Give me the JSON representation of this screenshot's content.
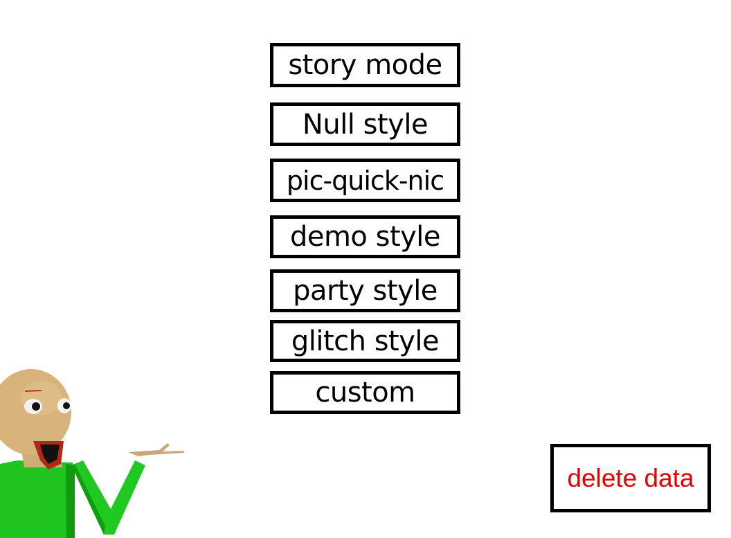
{
  "menu": {
    "buttons": [
      {
        "label": "story mode"
      },
      {
        "label": "Null style"
      },
      {
        "label": "pic-quick-nic"
      },
      {
        "label": "demo style"
      },
      {
        "label": "party style"
      },
      {
        "label": "glitch style"
      },
      {
        "label": "custom"
      }
    ]
  },
  "delete_data": {
    "label": "delete data",
    "color": "#e60000"
  },
  "character": {
    "name": "teacher-character",
    "shirt_color": "#1fc41f",
    "skin_color": "#d8b47c"
  }
}
